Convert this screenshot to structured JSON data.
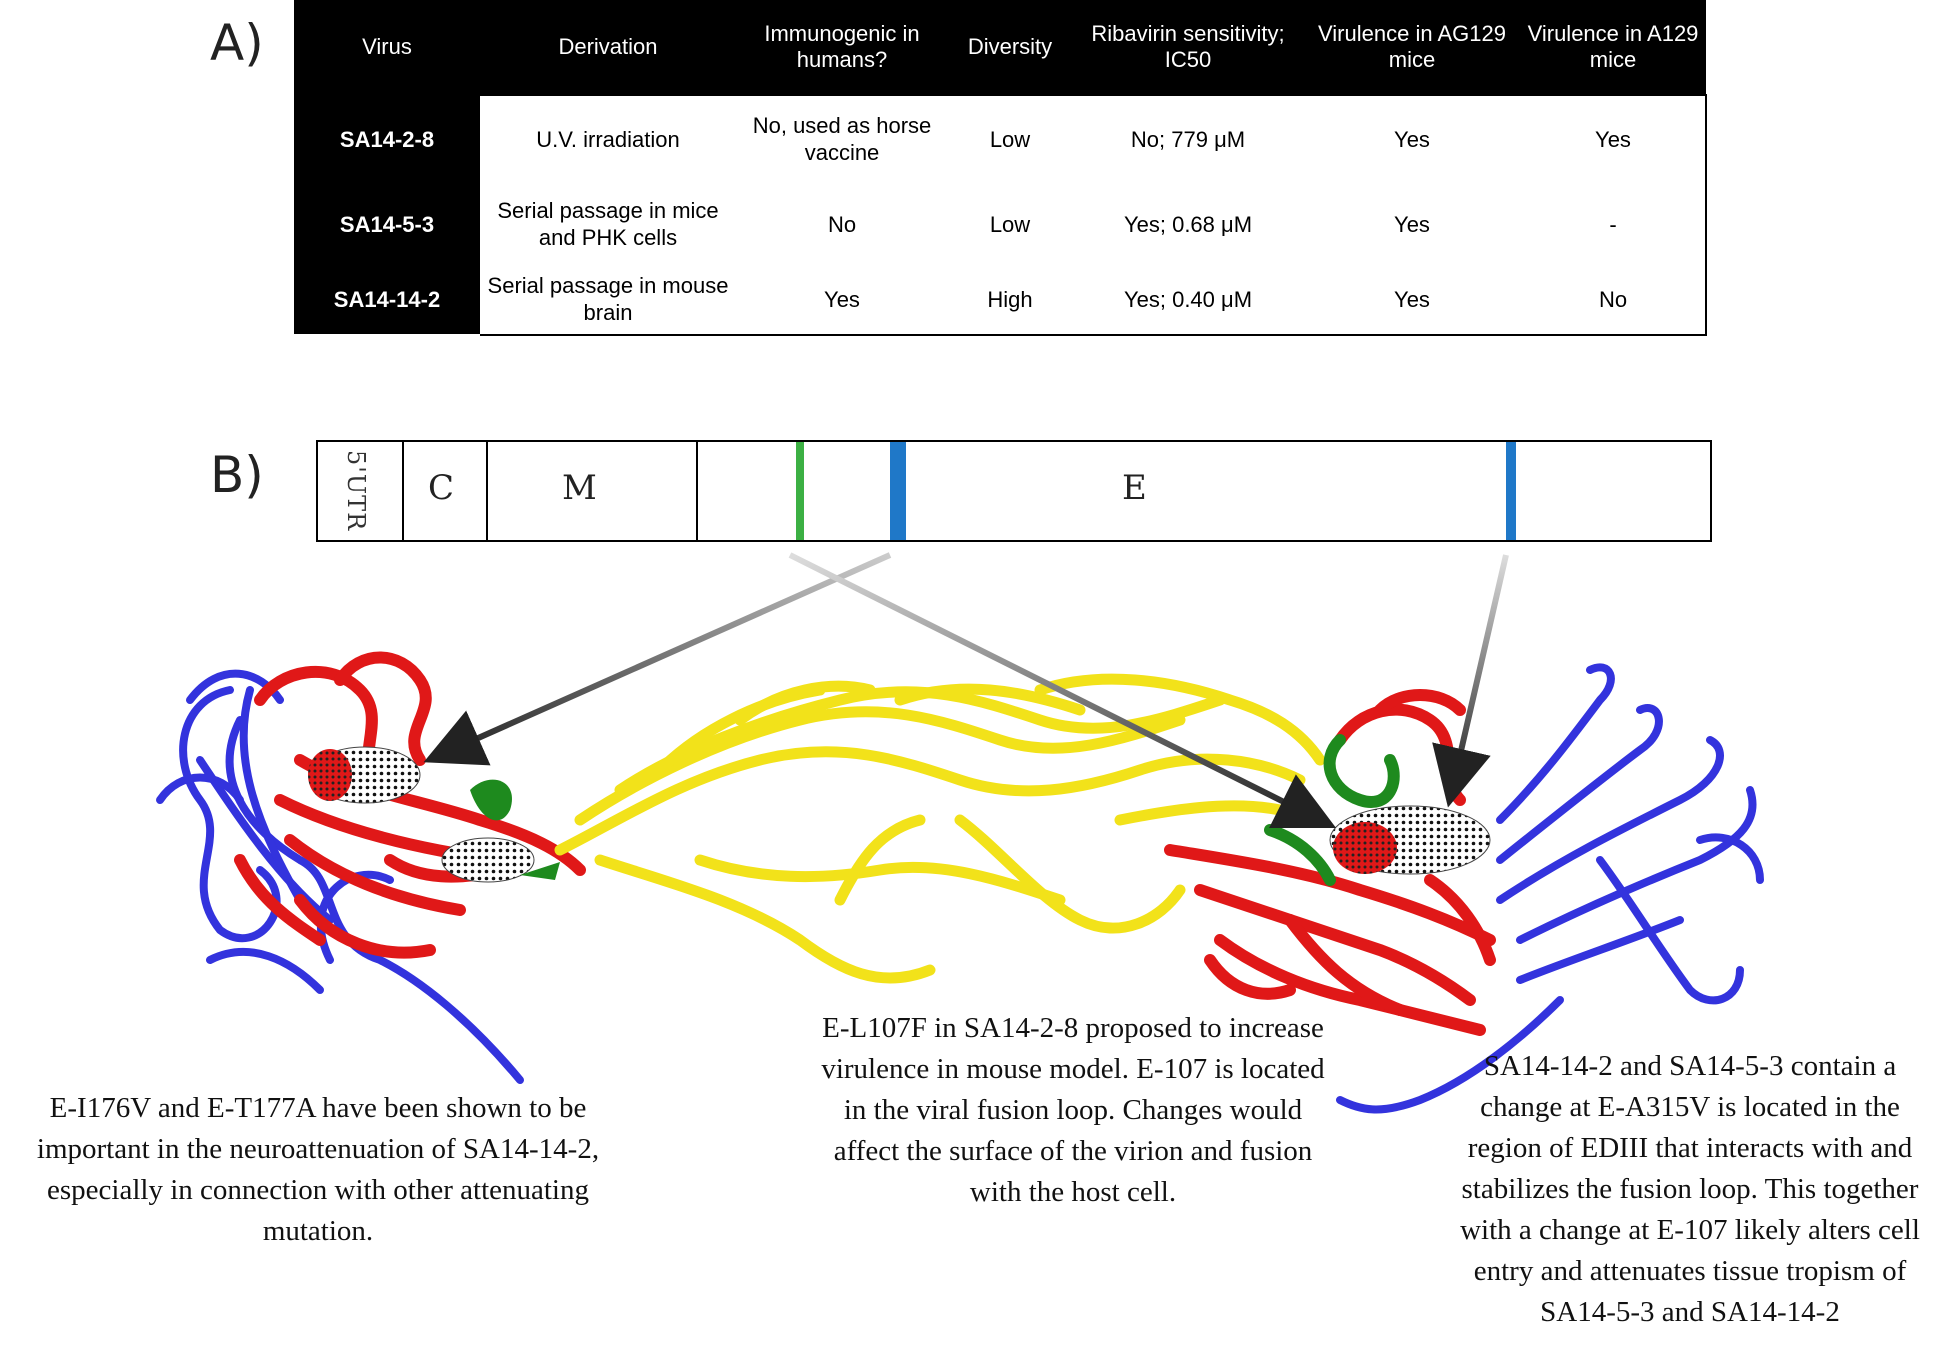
{
  "panel_a_label": "A)",
  "panel_b_label": "B)",
  "table": {
    "headers": [
      "Virus",
      "Derivation",
      "Immunogenic in humans?",
      "Diversity",
      "Ribavirin sensitivity; IC50",
      "Virulence in AG129 mice",
      "Virulence in A129 mice"
    ],
    "rows": [
      [
        "SA14-2-8",
        "U.V. irradiation",
        "No, used as horse vaccine",
        "Low",
        "No; 779 μM",
        "Yes",
        "Yes"
      ],
      [
        "SA14-5-3",
        "Serial passage in mice and PHK cells",
        "No",
        "Low",
        "Yes; 0.68 μM",
        "Yes",
        "-"
      ],
      [
        "SA14-14-2",
        "Serial passage in mouse brain",
        "Yes",
        "High",
        "Yes; 0.40 μM",
        "Yes",
        "No"
      ]
    ]
  },
  "genome": {
    "segments": [
      "5'UTR",
      "C",
      "M",
      "E"
    ],
    "mutation_colors": {
      "green": "#3cb043",
      "blue": "#1f78c8"
    }
  },
  "structure_colors": {
    "domain_i": "#e01818",
    "domain_ii": "#f2e21a",
    "domain_iii": "#3333dd",
    "fusion_loop": "#1e8a1e",
    "arrow": "#222222"
  },
  "annotations": {
    "left": "E-I176V and E-T177A have been shown to be important in the neuroattenuation of SA14-14-2, especially in connection with other attenuating mutation.",
    "middle": "E-L107F in SA14-2-8 proposed to increase virulence in mouse model. E-107 is located in the viral fusion loop. Changes would affect the surface of the virion and fusion with the host cell.",
    "right": "SA14-14-2 and SA14-5-3 contain a change at E-A315V is located in the region of EDIII that interacts with and stabilizes the fusion loop. This together with a change at E-107 likely alters cell entry and attenuates tissue tropism of SA14-5-3 and SA14-14-2"
  }
}
